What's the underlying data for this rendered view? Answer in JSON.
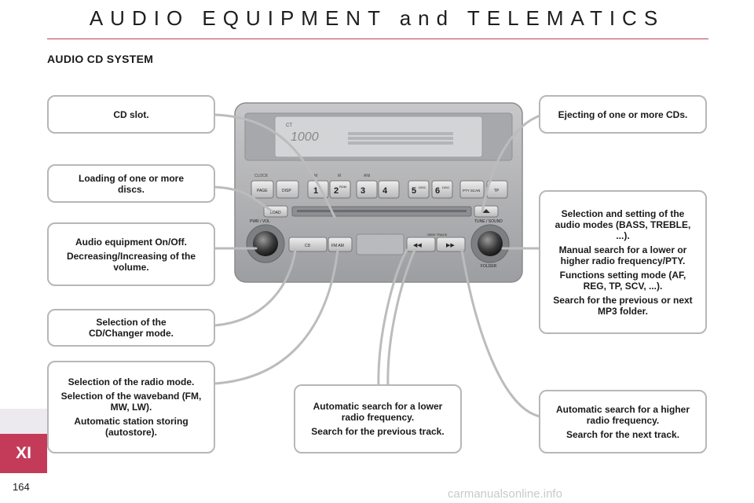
{
  "page_title": "AUDIO EQUIPMENT and TELEMATICS",
  "section_heading": "AUDIO CD SYSTEM",
  "chapter_tab": "XI",
  "page_number": "164",
  "watermark": "carmanualsonline.info",
  "accent_color": "#c43b5a",
  "callouts": {
    "cd_slot": [
      "CD slot."
    ],
    "loading": [
      "Loading of one or more discs."
    ],
    "power_volume": [
      "Audio equipment On/Off.",
      "Decreasing/Increasing of the volume."
    ],
    "cd_mode": [
      "Selection of the CD/Changer mode."
    ],
    "radio_mode": [
      "Selection of the radio mode.",
      "Selection of the waveband (FM, MW, LW).",
      "Automatic station storing (autostore)."
    ],
    "seek_down": [
      "Automatic search for a lower radio frequency.",
      "Search for the previous track."
    ],
    "eject": [
      "Ejecting of one or more CDs."
    ],
    "tune_sound": [
      "Selection and setting of the audio modes (BASS, TREBLE, ...).",
      "Manual search for a lower or higher radio frequency/PTY.",
      "Functions setting mode (AF, REG, TP, SCV, ...).",
      "Search for the previous or next MP3 folder."
    ],
    "seek_up": [
      "Automatic search for a higher radio frequency.",
      "Search for the next track."
    ]
  },
  "radio_unit": {
    "display_small": "CT",
    "display_digits": "1000",
    "top_labels": [
      "CLOCK",
      "M",
      "M",
      "ANI"
    ],
    "buttons": [
      "PAGE",
      "DISP",
      "1",
      "2",
      "3",
      "4",
      "5",
      "6",
      "PTY SCAN",
      "TP"
    ],
    "button_sublabels": [
      "RDM",
      "DISC",
      "DISC"
    ],
    "load_label": "LOAD",
    "cd_label": "CD",
    "fm_am_label": "FM AM",
    "seek_label": "SEEK TRACK",
    "left_knob_label": "PWR / VOL",
    "right_knob_label": "TUNE / SOUND",
    "right_knob_sublabel": "FOLDER"
  }
}
